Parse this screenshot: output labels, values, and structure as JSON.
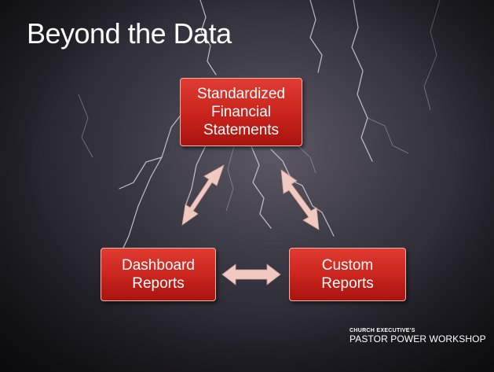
{
  "slide": {
    "title": "Beyond the Data"
  },
  "diagram": {
    "top_box": {
      "lines": [
        "Standardized",
        "Financial",
        "Statements"
      ]
    },
    "left_box": {
      "lines": [
        "Dashboard",
        "Reports"
      ]
    },
    "right_box": {
      "lines": [
        "Custom",
        "Reports"
      ]
    },
    "arrow_color": "#f0c4bb",
    "box_color": "#c8231c"
  },
  "footer": {
    "logo_small": "CHURCH EXECUTIVE'S",
    "logo_big": "PASTOR POWER WORKSHOP"
  }
}
